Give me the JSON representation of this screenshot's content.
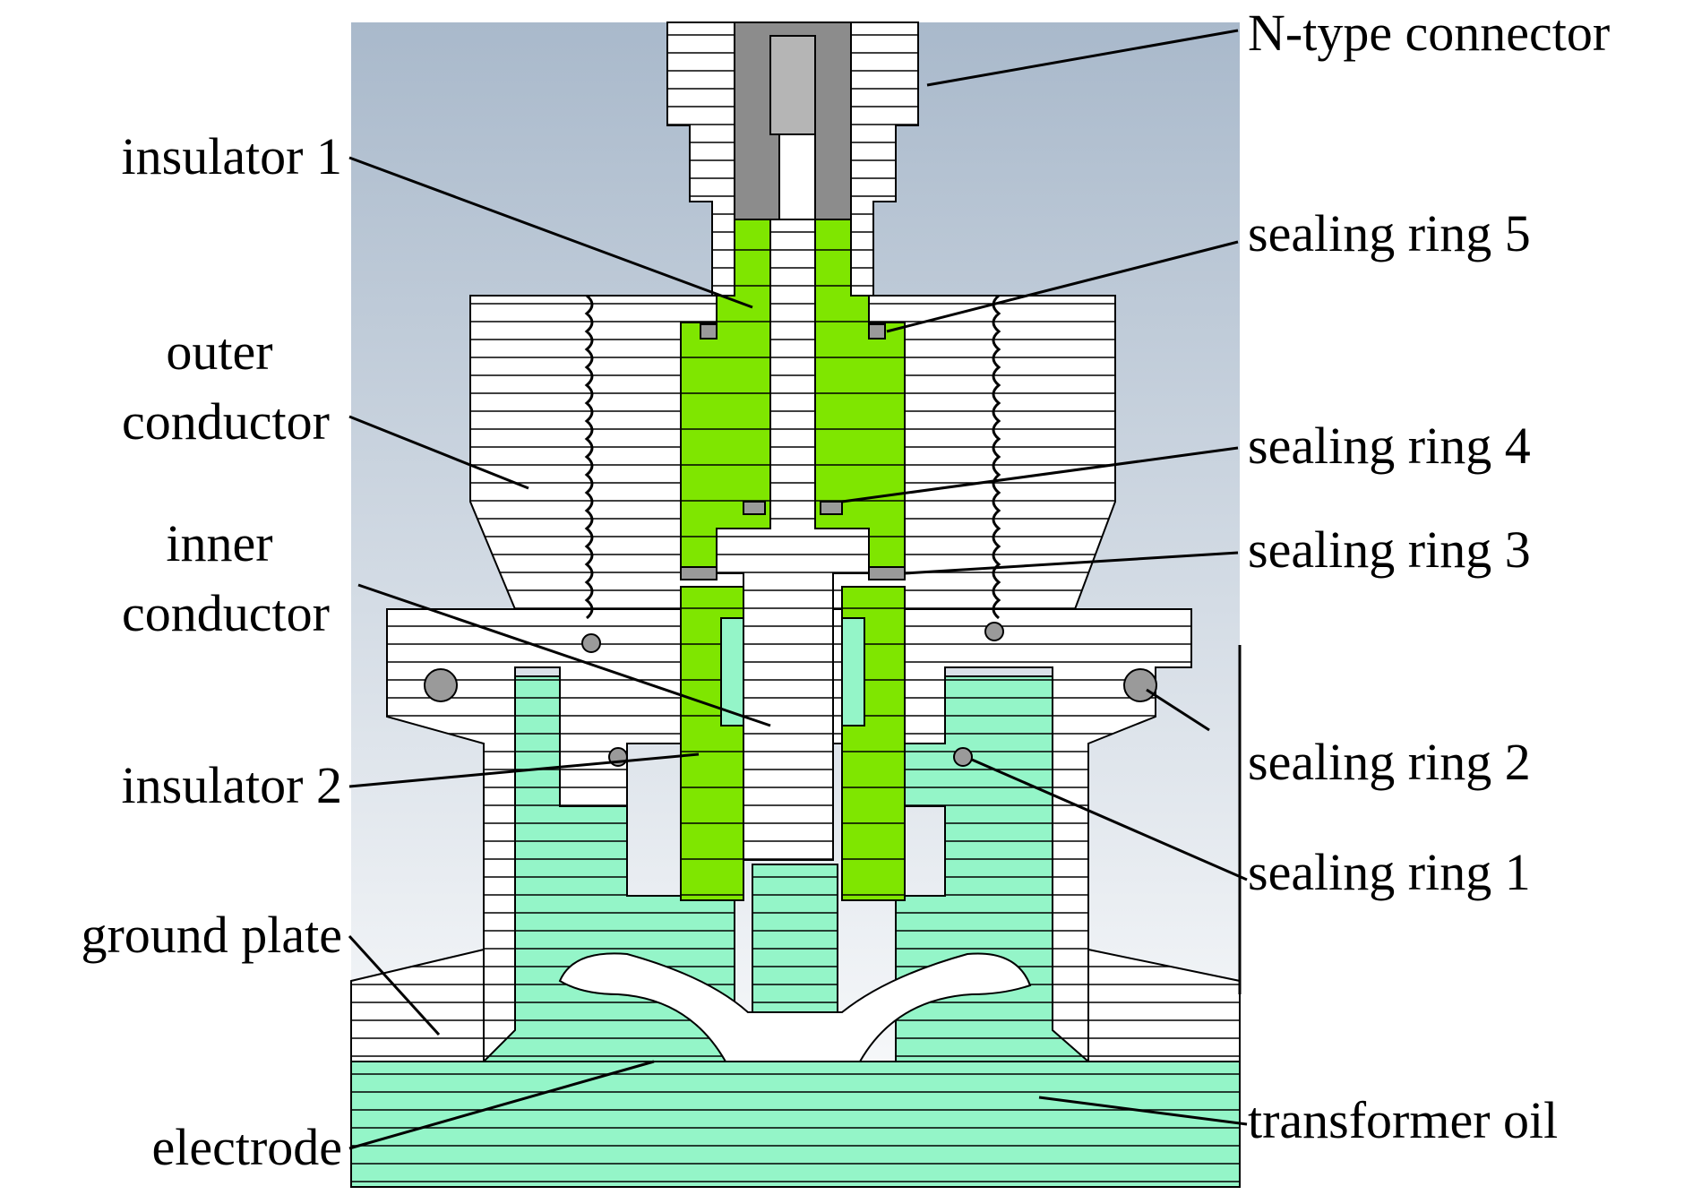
{
  "labels": {
    "n_type_connector": "N-type connector",
    "insulator_1": "insulator 1",
    "sealing_ring_5": "sealing ring 5",
    "outer": "outer",
    "conductor_a": "conductor",
    "sealing_ring_4": "sealing ring 4",
    "inner": "inner",
    "sealing_ring_3": "sealing ring 3",
    "conductor_b": "conductor",
    "insulator_2": "insulator 2",
    "sealing_ring_2": "sealing ring 2",
    "sealing_ring_1": "sealing ring 1",
    "ground_plate": "ground plate",
    "electrode": "electrode",
    "transformer_oil": "transformer oil"
  },
  "colors": {
    "insulator": "#7fe600",
    "oil": "#94f5c8",
    "metal": "#ffffff",
    "connector_pin": "#8c8c8c",
    "seal": "#9a9a9a",
    "background_top": "#a9b9cb",
    "background_bottom": "#ffffff"
  }
}
